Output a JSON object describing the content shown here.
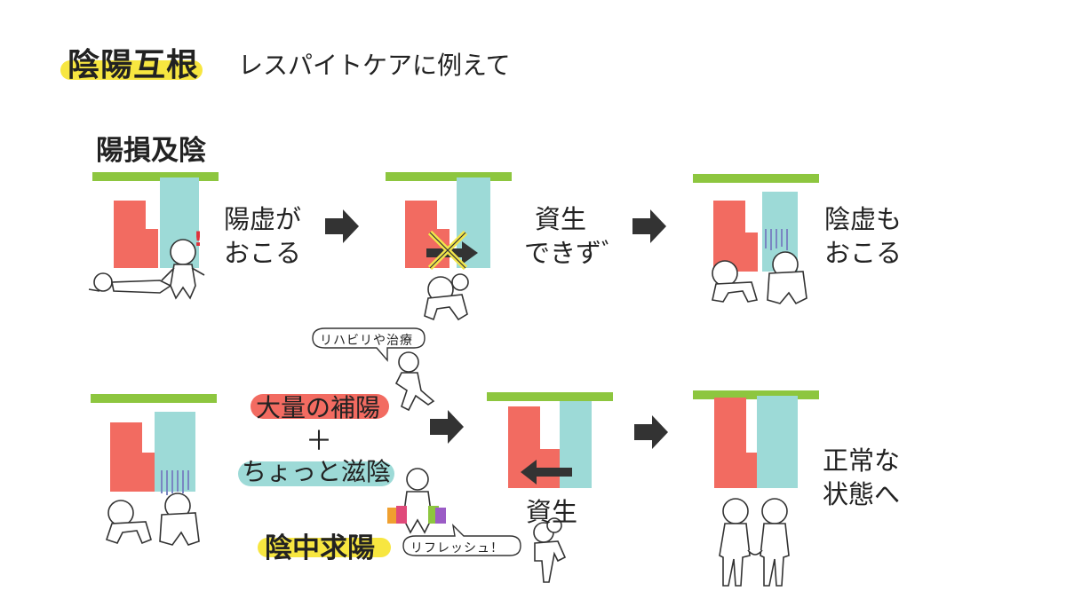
{
  "header": {
    "title": "陰陽互根",
    "subtitle": "レスパイトケアに例えて"
  },
  "top_section": {
    "title": "陽損及陰",
    "step1_label": [
      "陽虚が",
      "おこる"
    ],
    "step2_label": [
      "資生",
      "できずﾞ"
    ],
    "step3_label": [
      "陰虚も",
      "おこる"
    ],
    "exclamation": "!"
  },
  "bottom_section": {
    "bubble_rehab": "リハビリや治療",
    "treatment_yang": "大量の補陽",
    "plus": "＋",
    "treatment_yin": "ちょっと滋陰",
    "keyword": "陰中求陽",
    "bubble_refresh": "リフレッシュ！",
    "step2_label": "資生",
    "step3_label": [
      "正常な",
      "状態へ"
    ]
  },
  "colors": {
    "yang": "#f26b61",
    "yin": "#9ddad7",
    "bar": "#8dc63f",
    "highlight_yellow": "#f7e640",
    "arrow": "#333333"
  }
}
